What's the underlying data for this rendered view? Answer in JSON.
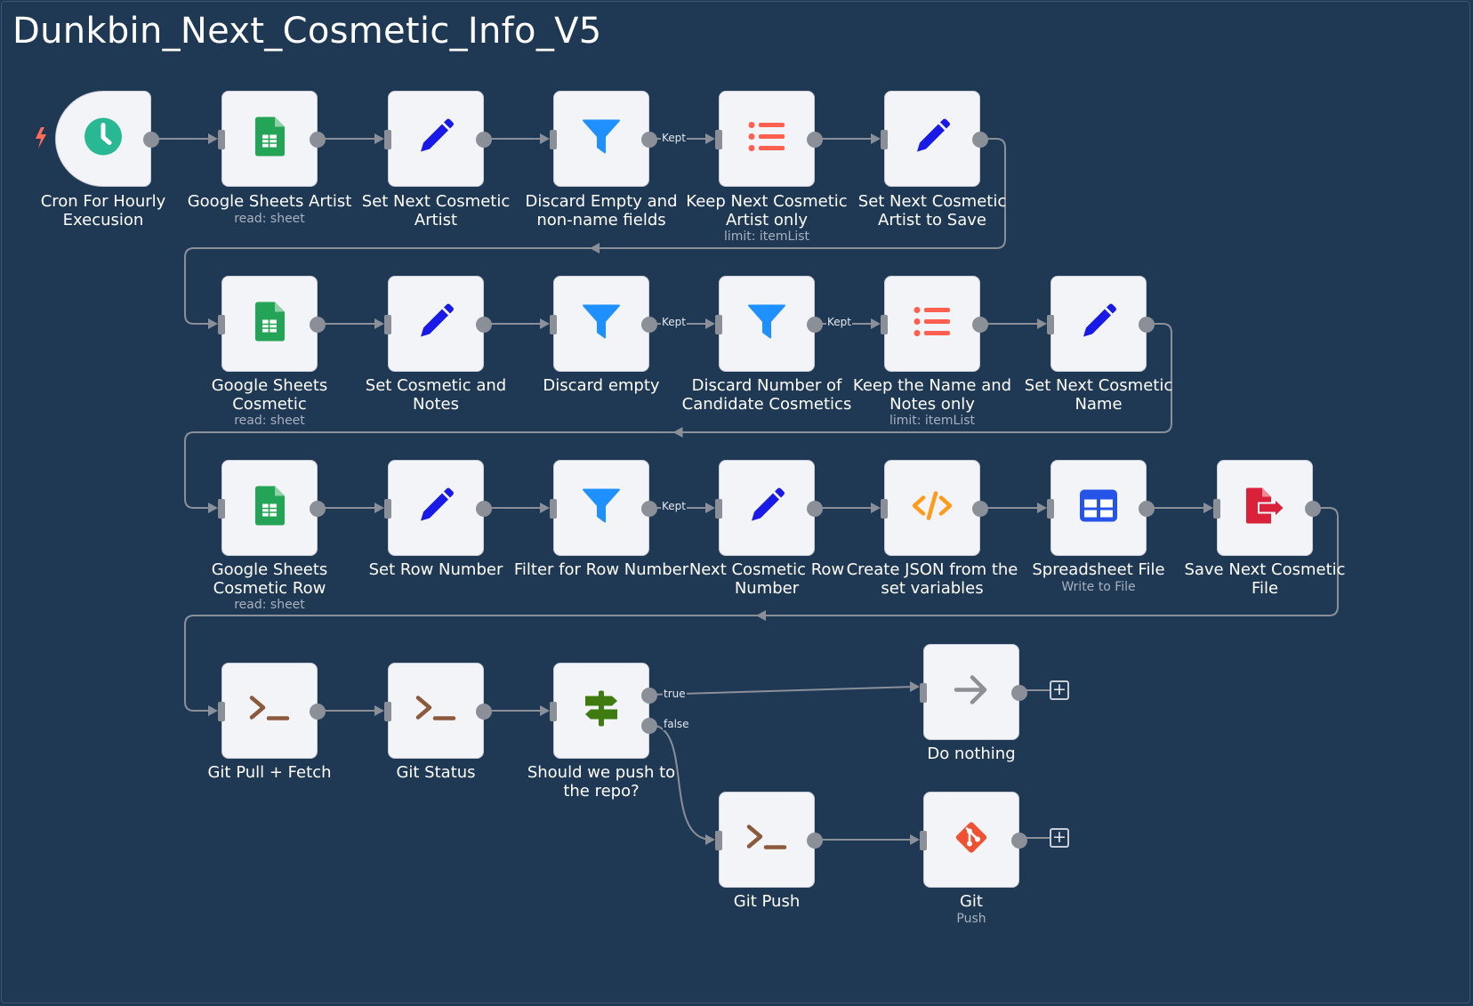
{
  "workflow": {
    "title": "Dunkbin_Next_Cosmetic_Info_V5"
  },
  "colors": {
    "background": "#1f3854",
    "node": "#f3f4f8",
    "wire": "#8a8f98",
    "cron": "#29b894",
    "sheets": "#23a456",
    "pencil": "#1a1ae8",
    "filter": "#1e90ff",
    "list": "#ff5f4f",
    "code": "#ff9a1a",
    "spreadsheet": "#2654e8",
    "save": "#d9223a",
    "terminal": "#8b5a3c",
    "signpost": "#3e7c12",
    "git": "#f05133",
    "arrow": "#8c8f95"
  },
  "edge_labels": {
    "kept": "Kept",
    "true": "true",
    "false": "false"
  },
  "nodes": [
    {
      "name": "Cron For Hourly Execusion",
      "subtitle": "",
      "icon": "clock-icon"
    },
    {
      "name": "Google Sheets Artist",
      "subtitle": "read: sheet",
      "icon": "google-sheets-icon"
    },
    {
      "name": "Set Next Cosmetic Artist",
      "subtitle": "",
      "icon": "pencil-icon"
    },
    {
      "name": "Discard Empty and non-name fields",
      "subtitle": "",
      "icon": "filter-icon"
    },
    {
      "name": "Keep Next Cosmetic Artist only",
      "subtitle": "limit: itemList",
      "icon": "list-icon"
    },
    {
      "name": "Set Next Cosmetic Artist to Save",
      "subtitle": "",
      "icon": "pencil-icon"
    },
    {
      "name": "Google Sheets Cosmetic",
      "subtitle": "read: sheet",
      "icon": "google-sheets-icon"
    },
    {
      "name": "Set Cosmetic and Notes",
      "subtitle": "",
      "icon": "pencil-icon"
    },
    {
      "name": "Discard empty",
      "subtitle": "",
      "icon": "filter-icon"
    },
    {
      "name": "Discard Number of Candidate Cosmetics",
      "subtitle": "",
      "icon": "filter-icon"
    },
    {
      "name": "Keep the Name and Notes only",
      "subtitle": "limit: itemList",
      "icon": "list-icon"
    },
    {
      "name": "Set Next Cosmetic Name",
      "subtitle": "",
      "icon": "pencil-icon"
    },
    {
      "name": "Google Sheets Cosmetic Row",
      "subtitle": "read: sheet",
      "icon": "google-sheets-icon"
    },
    {
      "name": "Set Row Number",
      "subtitle": "",
      "icon": "pencil-icon"
    },
    {
      "name": "Filter for Row Number",
      "subtitle": "",
      "icon": "filter-icon"
    },
    {
      "name": "Next Cosmetic Row Number",
      "subtitle": "",
      "icon": "pencil-icon"
    },
    {
      "name": "Create JSON from the set variables",
      "subtitle": "",
      "icon": "code-icon"
    },
    {
      "name": "Spreadsheet File",
      "subtitle": "Write to File",
      "icon": "spreadsheet-icon"
    },
    {
      "name": "Save Next Cosmetic File",
      "subtitle": "",
      "icon": "save-file-icon"
    },
    {
      "name": "Git Pull + Fetch",
      "subtitle": "",
      "icon": "terminal-icon"
    },
    {
      "name": "Git Status",
      "subtitle": "",
      "icon": "terminal-icon"
    },
    {
      "name": "Should we push to the repo?",
      "subtitle": "",
      "icon": "signpost-icon"
    },
    {
      "name": "Do nothing",
      "subtitle": "",
      "icon": "arrow-right-icon"
    },
    {
      "name": "Git Push",
      "subtitle": "",
      "icon": "terminal-icon"
    },
    {
      "name": "Git",
      "subtitle": "Push",
      "icon": "git-icon"
    }
  ]
}
